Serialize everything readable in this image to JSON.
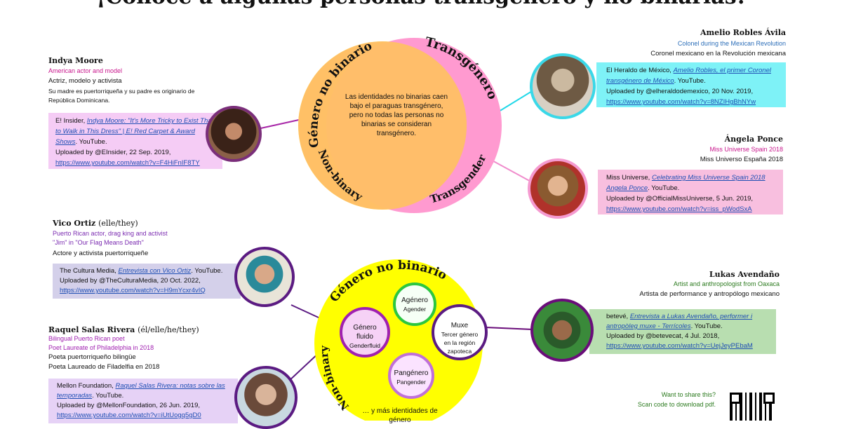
{
  "title": "¡Conoce a algunas personas transgénero y no binarias!",
  "colors": {
    "yellow": "#ffff00",
    "pink": "#ff8dc8",
    "orange": "#ffc060",
    "cyan": "#7ef2f7",
    "magenta_box": "#f5ccf5",
    "lilac_box": "#d4d0ea",
    "green_box": "#b8deb0",
    "purple_line": "#5b1b82"
  },
  "diagram1": {
    "label_genero_no_binario": "Género no binario",
    "label_transgenero": "Transgénero",
    "label_non_binary": "Non-binary",
    "label_transgender": "Transgender",
    "center_text": "Las identidades no binarias caen bajo el paraguas transgénero, pero no todas las personas no binarias se consideran transgénero."
  },
  "diagram2": {
    "label_genero_no_binario": "Género no binario",
    "label_non_binary": "Non-binary",
    "agenero": {
      "es": "Agénero",
      "en": "Agender"
    },
    "genero_fluido": {
      "es1": "Género",
      "es2": "fluido",
      "en": "Genderfluid"
    },
    "muxe": {
      "es": "Muxe",
      "line1": "Tercer género",
      "line2": "en la región",
      "line3": "zapoteca"
    },
    "pangenero": {
      "es": "Pangénero",
      "en": "Pangender"
    },
    "more": "… y más identidades de",
    "more2": "género"
  },
  "people": {
    "indya": {
      "name": "Indya Moore",
      "en": "American actor and model",
      "es": "Actriz, modelo y activista",
      "note1": "Su madre es puertorriqueña y su padre es originario de",
      "note2": "República Dominicana.",
      "src_pre": "E! Insider, ",
      "src_title": "Indya Moore: \"It's More Tricky to Exist Than to Walk in This Dress\" | E! Red Carpet & Award Shows",
      "src_post": ". YouTube.",
      "uploaded": "Uploaded by @EInsider, 22 Sep. 2019,",
      "url": "https://www.youtube.com/watch?v=F4HiFnIF8TY"
    },
    "amelio": {
      "name": "Amelio Robles Ávila",
      "en": "Colonel during the Mexican Revolution",
      "es": "Coronel mexicano en la Revolución mexicana",
      "src_pre": "El Heraldo de México, ",
      "src_title": "Amelio Robles, el primer Coronel transgénero de México",
      "src_post": ". YouTube.",
      "uploaded": "Uploaded by @elheraldodemexico, 20 Nov. 2019,",
      "url": "https://www.youtube.com/watch?v=8NZIHgBhNYw"
    },
    "angela": {
      "name": "Ángela Ponce",
      "en": "Miss Universe Spain 2018",
      "es": "Miss Universo España 2018",
      "src_pre": "Miss Universe, ",
      "src_title": "Celebrating Miss Universe Spain 2018 Angela Ponce",
      "src_post": ". YouTube.",
      "uploaded": "Uploaded by @OfficialMissUniverse, 5 Jun. 2019,",
      "url": "https://www.youtube.com/watch?v=iss_pWodSxA"
    },
    "vico": {
      "name": "Vico Ortiz",
      "pronouns": "(elle/they)",
      "en1": "Puerto Rican actor, drag king and activist",
      "en2": "\"Jim\" in \"Our Flag Means Death\"",
      "es": "Actore y activista puertorriqueñe",
      "src_pre": "The Cultura Media, ",
      "src_title": "Entrevista con Vico Ortiz",
      "src_post": ". YouTube.",
      "uploaded": "Uploaded by @TheCulturaMedia, 20 Oct. 2022,",
      "url": "https://www.youtube.com/watch?v=H9mYcxr4vIQ"
    },
    "raquel": {
      "name": "Raquel Salas Rivera",
      "pronouns": "(él/elle/he/they)",
      "en1": "Bilingual Puerto Rican poet",
      "en2": "Poet Laureate of Philadelphia in 2018",
      "es1": "Poeta puertorriqueño bilingüe",
      "es2": "Poeta Laureado de Filadelfia en 2018",
      "src_pre": "Mellon Foundation, ",
      "src_title": "Raquel Salas Rivera: notas sobre las temporadas",
      "src_post": ". YouTube.",
      "uploaded": "Uploaded by @MellonFoundation, 26 Jun. 2019,",
      "url": "https://www.youtube.com/watch?v=iUtUogq5gD0"
    },
    "lukas": {
      "name": "Lukas Avendaño",
      "en": "Artist and anthropologist from Oaxaca",
      "es": "Artista de performance y antropólogo mexicano",
      "src_pre": "betevé, ",
      "src_title": "Entrevista a Lukas Avendaño, performer i antropòleg muxe - Terrícoles",
      "src_post": ". YouTube.",
      "uploaded": "Uploaded by @betevecat, 4 Jul. 2018,",
      "url": "https://www.youtube.com/watch?v=UejJeyPEbaM"
    }
  },
  "share": {
    "line1": "Want to share this?",
    "line2": "Scan code to download pdf."
  }
}
